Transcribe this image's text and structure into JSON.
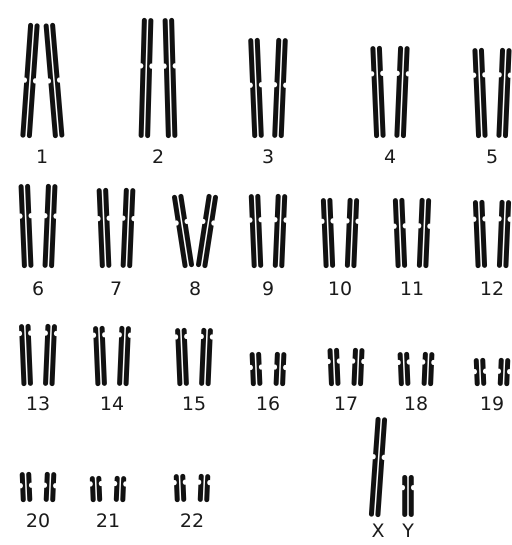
{
  "colors": {
    "background": "#ffffff",
    "chromosome": "#111111",
    "label": "#1a1a1a"
  },
  "pairs": [
    {
      "label": "1",
      "row": 0,
      "length": 115,
      "cen": 0.5
    },
    {
      "label": "2",
      "row": 0,
      "length": 120,
      "cen": 0.4,
      "bent": true
    },
    {
      "label": "3",
      "row": 0,
      "length": 100,
      "cen": 0.47
    },
    {
      "label": "4",
      "row": 0,
      "length": 92,
      "cen": 0.3
    },
    {
      "label": "5",
      "row": 0,
      "length": 90,
      "cen": 0.3
    },
    {
      "label": "6",
      "row": 1,
      "length": 84,
      "cen": 0.38
    },
    {
      "label": "7",
      "row": 1,
      "length": 80,
      "cen": 0.38
    },
    {
      "label": "8",
      "row": 1,
      "length": 74,
      "cen": 0.38,
      "crossed": true
    },
    {
      "label": "9",
      "row": 1,
      "length": 74,
      "cen": 0.35
    },
    {
      "label": "10",
      "row": 1,
      "length": 70,
      "cen": 0.33
    },
    {
      "label": "11",
      "row": 1,
      "length": 70,
      "cen": 0.4
    },
    {
      "label": "12",
      "row": 1,
      "length": 68,
      "cen": 0.28
    },
    {
      "label": "13",
      "row": 2,
      "length": 62,
      "cen": 0.15
    },
    {
      "label": "14",
      "row": 2,
      "length": 60,
      "cen": 0.15
    },
    {
      "label": "15",
      "row": 2,
      "length": 58,
      "cen": 0.15
    },
    {
      "label": "16",
      "row": 2,
      "length": 34,
      "cen": 0.45
    },
    {
      "label": "17",
      "row": 2,
      "length": 38,
      "cen": 0.35
    },
    {
      "label": "18",
      "row": 2,
      "length": 34,
      "cen": 0.3
    },
    {
      "label": "19",
      "row": 2,
      "length": 28,
      "cen": 0.48
    },
    {
      "label": "20",
      "row": 3,
      "length": 30,
      "cen": 0.45
    },
    {
      "label": "21",
      "row": 3,
      "length": 26,
      "cen": 0.3
    },
    {
      "label": "22",
      "row": 3,
      "length": 28,
      "cen": 0.3
    }
  ],
  "sex_chromosomes": [
    {
      "label": "X",
      "length": 100,
      "cen": 0.4
    },
    {
      "label": "Y",
      "length": 42,
      "cen": 0.3
    }
  ]
}
